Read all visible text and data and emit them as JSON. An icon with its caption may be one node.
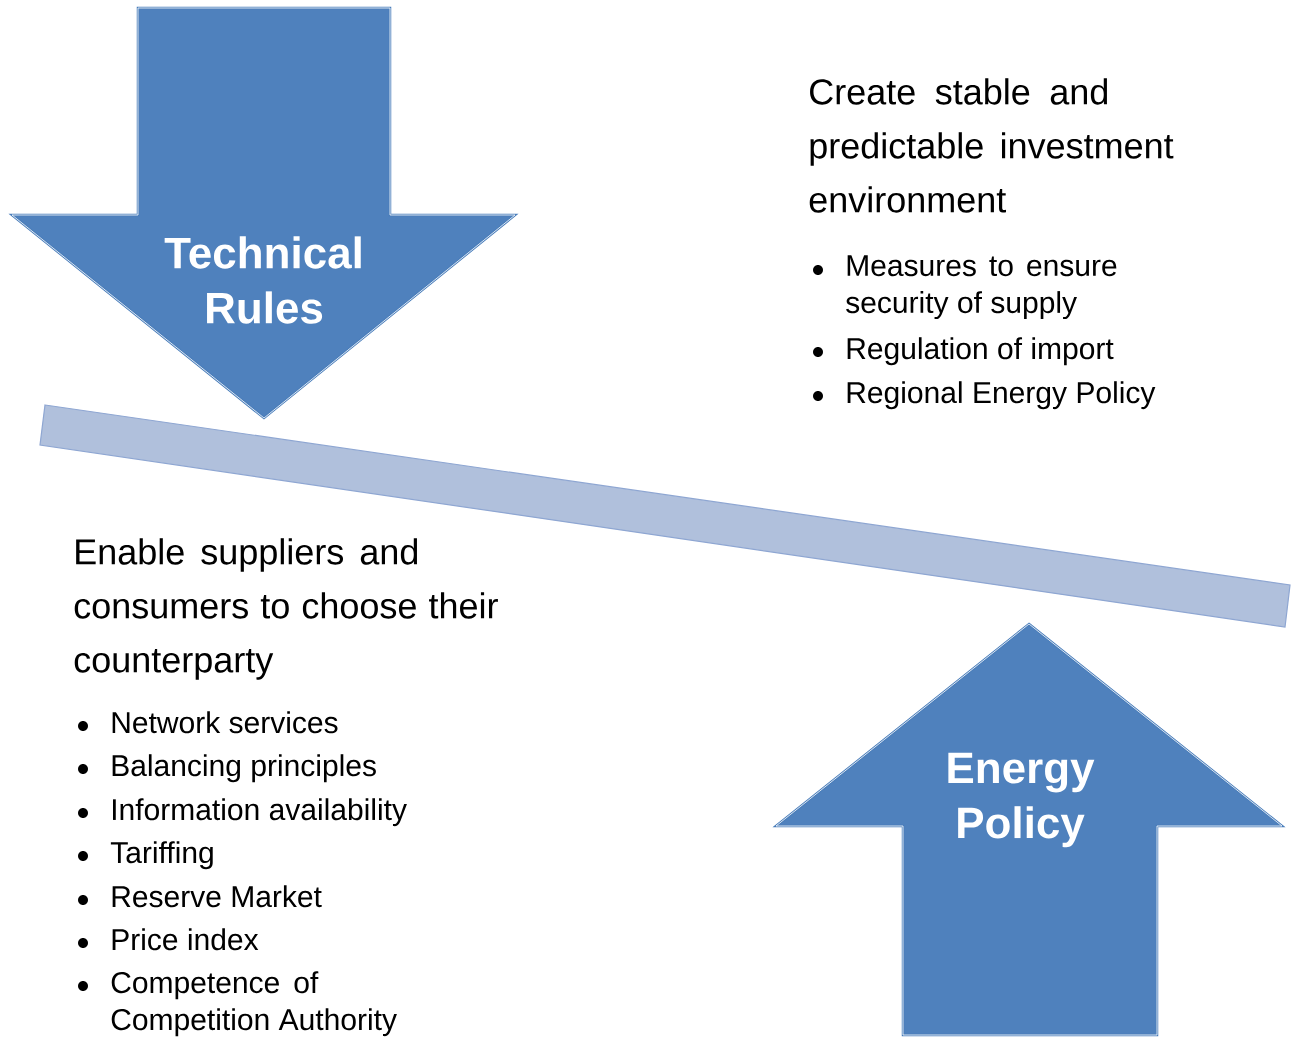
{
  "diagram": {
    "nodes": [
      {
        "text": [
          "Technical Rules"
        ]
      },
      {
        "text": [],
        "shape": "bar"
      },
      {
        "text": [
          "Energy Policy"
        ]
      }
    ],
    "labels": [
      "Create stable and predictable investment environment",
      "Measures to ensure security of supply",
      "Regulation of import",
      "Regional Energy Policy",
      "Enable suppliers and consumers to choose their counterparty",
      "Network services",
      "Balancing principles",
      "Information availability",
      "Tariffing",
      "Reserve Market",
      "Price index",
      "Competence of Competition Authority"
    ]
  }
}
